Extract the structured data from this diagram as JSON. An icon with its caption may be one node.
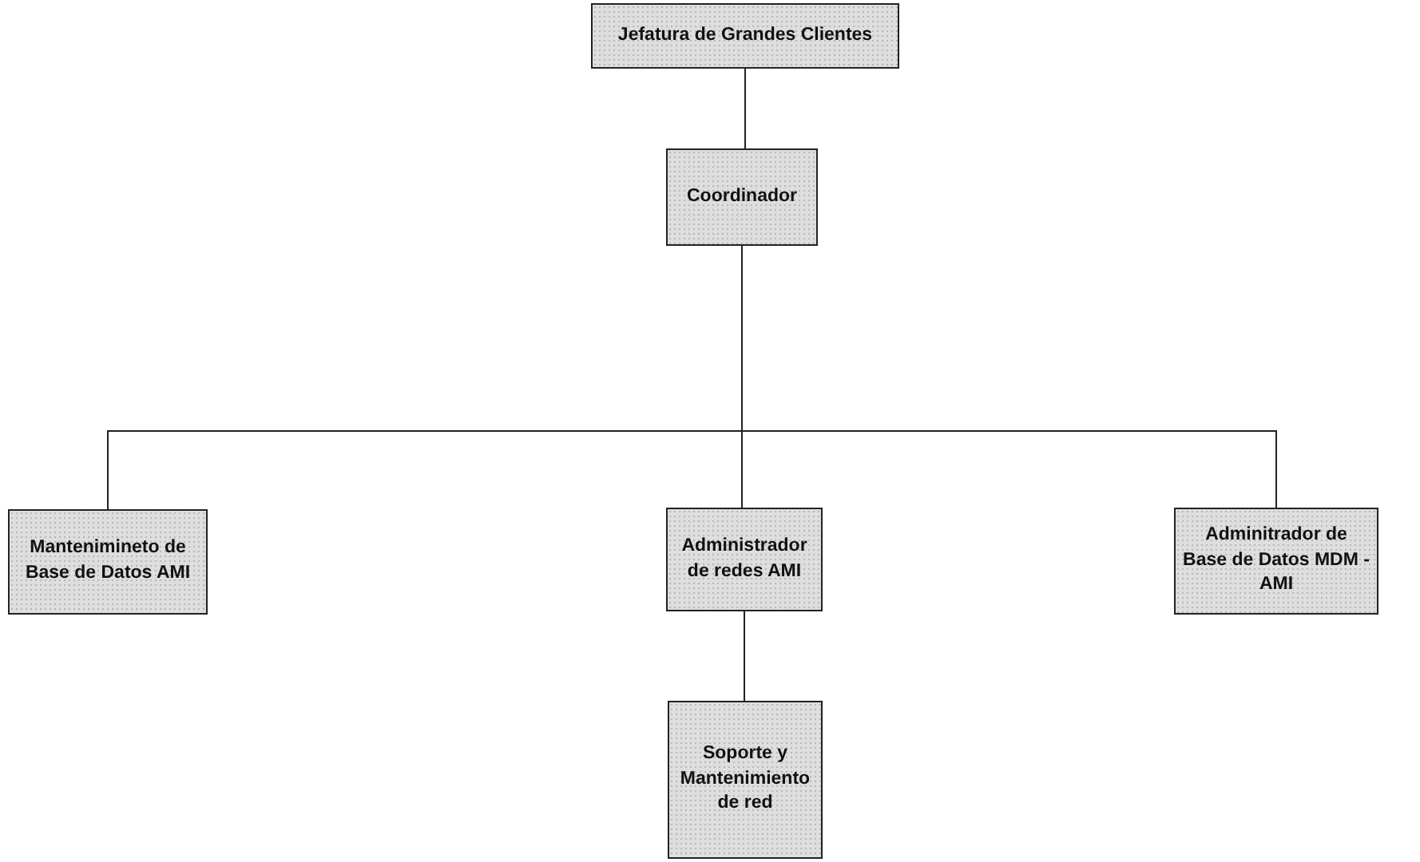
{
  "diagram": {
    "nodes": [
      {
        "text": [
          "Jefatura de Grandes Clientes"
        ]
      },
      {
        "text": [
          "Coordinador"
        ]
      },
      {
        "text": [
          "Mantenimineto de Base de Datos AMI"
        ]
      },
      {
        "text": [
          "Administrador de redes AMI"
        ]
      },
      {
        "text": [
          "Adminitrador de Base de Datos MDM - AMI"
        ]
      },
      {
        "text": [
          "Soporte y Mantenimiento de red"
        ]
      }
    ],
    "edges": [
      {
        "from": 0,
        "to": 1,
        "arrow": "none"
      },
      {
        "from": 1,
        "to": 2,
        "arrow": "none"
      },
      {
        "from": 1,
        "to": 3,
        "arrow": "none"
      },
      {
        "from": 1,
        "to": 4,
        "arrow": "none"
      },
      {
        "from": 3,
        "to": 5,
        "arrow": "none"
      }
    ]
  }
}
